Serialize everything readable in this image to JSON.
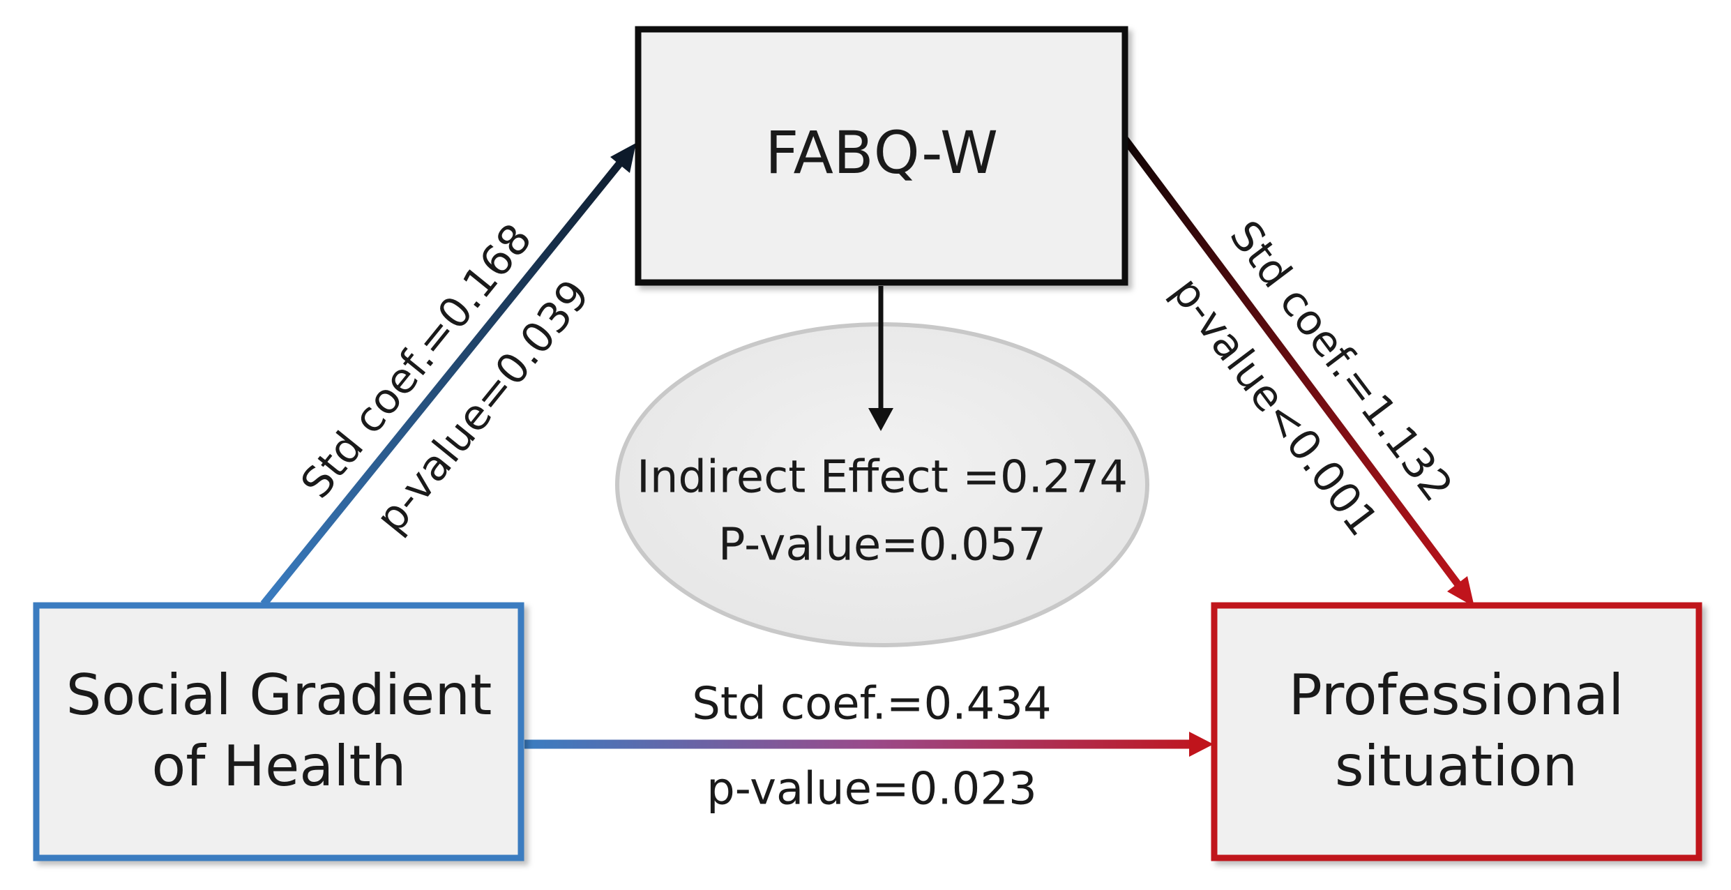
{
  "nodes": {
    "mediator": {
      "label": "FABQ-W"
    },
    "exposure": {
      "line1": "Social Gradient",
      "line2": "of Health"
    },
    "outcome": {
      "line1": "Professional",
      "line2": "situation"
    }
  },
  "paths": {
    "a": {
      "coef": "Std coef.=0.168",
      "pvalue": "p-value=0.039"
    },
    "b": {
      "coef": "Std coef.=1.132",
      "pvalue": "p-value<0.001"
    },
    "c": {
      "coef": "Std coef.=0.434",
      "pvalue": "p-value=0.023"
    }
  },
  "indirect": {
    "effect": "Indirect Effect =0.274",
    "pvalue": "P-value=0.057"
  },
  "colors": {
    "exposure_blue": "#3a7cc0",
    "outcome_red": "#c0141c",
    "mediator_dark": "#111111",
    "box_fill": "#f0f0f0"
  }
}
